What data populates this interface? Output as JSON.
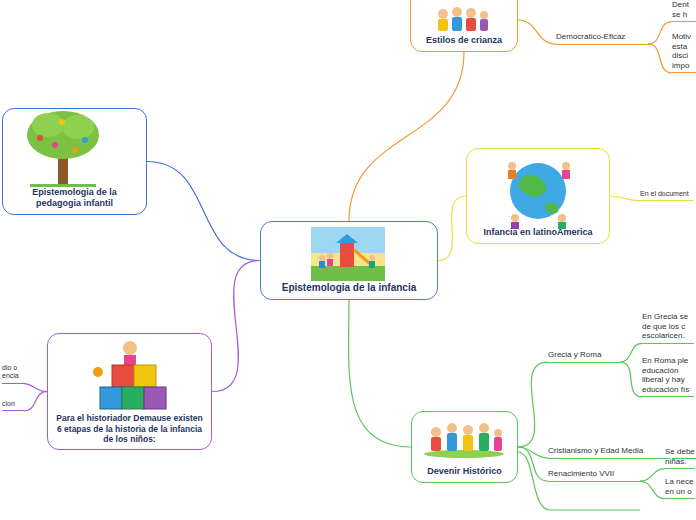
{
  "diagram": {
    "nodes": [
      {
        "text": [
          "Epistemologia de la infancia"
        ]
      },
      {
        "text": [
          "Estilos de crianza"
        ]
      },
      {
        "text": [
          "Democratico-Eficaz"
        ]
      },
      {
        "text": [
          "Dent se h"
        ]
      },
      {
        "text": [
          "Motiv esta disci impo"
        ]
      },
      {
        "text": [
          "Infancia en latinoAmerica"
        ]
      },
      {
        "text": [
          "En el document"
        ]
      },
      {
        "text": [
          "Epistemologia de la pedagogia infantil"
        ]
      },
      {
        "text": [
          "Para el historiador Demause existen 6 etapas de la historia de la infancia de los niños:"
        ]
      },
      {
        "text": [
          "dio o encia"
        ]
      },
      {
        "text": [
          "cion"
        ]
      },
      {
        "text": [
          "Devenir Histórico"
        ]
      },
      {
        "text": [
          "Grecia y Roma"
        ]
      },
      {
        "text": [
          "En Grecia se de que los c escolaricen."
        ]
      },
      {
        "text": [
          "En Roma ple educación liberal y hay educación fís"
        ]
      },
      {
        "text": [
          "Cristianismo y Edad Media"
        ]
      },
      {
        "text": [
          "Renacimiento VVII"
        ]
      },
      {
        "text": [
          "Se debe niñas."
        ]
      },
      {
        "text": [
          "La nece en un o"
        ]
      }
    ],
    "edges": [
      {
        "from": 0,
        "to": 1,
        "arrow": "none"
      },
      {
        "from": 0,
        "to": 5,
        "arrow": "none"
      },
      {
        "from": 0,
        "to": 11,
        "arrow": "none"
      },
      {
        "from": 0,
        "to": 7,
        "arrow": "none"
      },
      {
        "from": 0,
        "to": 8,
        "arrow": "none"
      },
      {
        "from": 1,
        "to": 2,
        "arrow": "none"
      },
      {
        "from": 2,
        "to": 3,
        "arrow": "none"
      },
      {
        "from": 2,
        "to": 4,
        "arrow": "none"
      },
      {
        "from": 5,
        "to": 6,
        "arrow": "none"
      },
      {
        "from": 8,
        "to": 9,
        "arrow": "none"
      },
      {
        "from": 8,
        "to": 10,
        "arrow": "none"
      },
      {
        "from": 11,
        "to": 12,
        "arrow": "none"
      },
      {
        "from": 11,
        "to": 15,
        "arrow": "none"
      },
      {
        "from": 11,
        "to": 16,
        "arrow": "none"
      },
      {
        "from": 12,
        "to": 13,
        "arrow": "none"
      },
      {
        "from": 12,
        "to": 14,
        "arrow": "none"
      },
      {
        "from": 16,
        "to": 17,
        "arrow": "none"
      },
      {
        "from": 16,
        "to": 18,
        "arrow": "none"
      }
    ]
  }
}
